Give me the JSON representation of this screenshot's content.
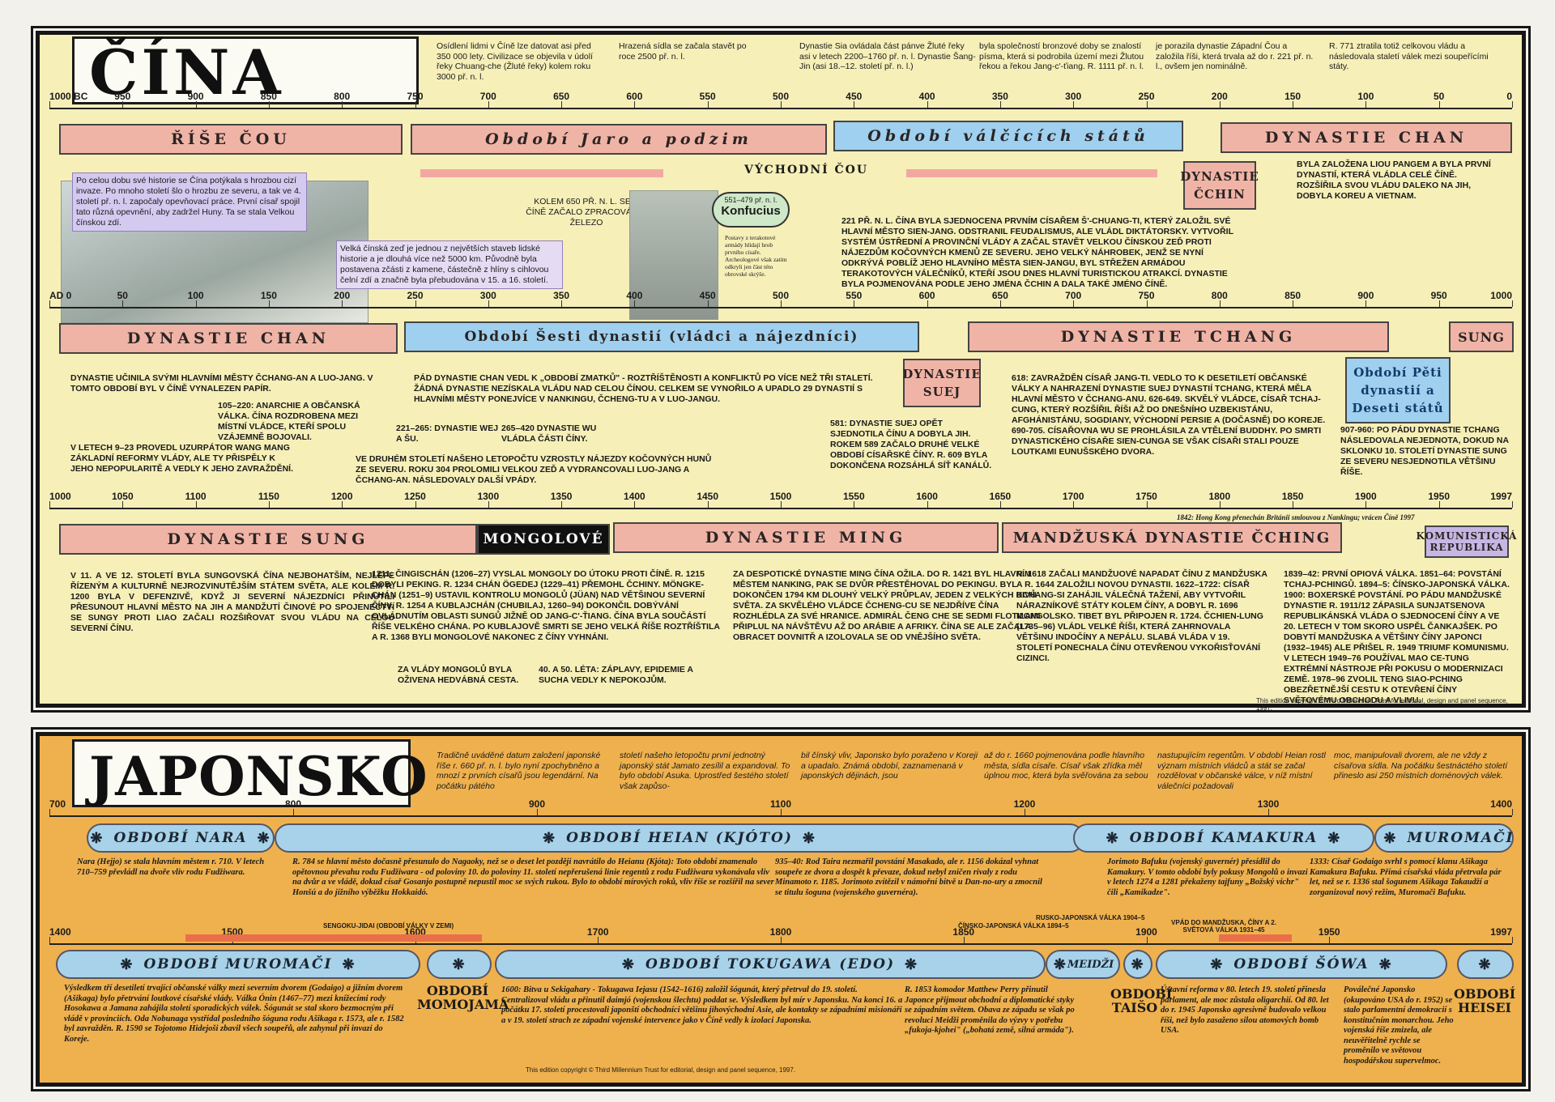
{
  "china": {
    "title": "ČÍNA",
    "intro": [
      "Osídlení lidmi v Číně lze datovat asi před 350 000 lety. Civilizace se objevila v údolí řeky Chuang-che (Žluté řeky) kolem roku 3000 př. n. l.",
      "Hrazená sídla se začala stavět po roce 2500 př. n. l.",
      "Dynastie Sia ovládala část pánve Žluté řeky asi v letech 2200–1760 př. n. l. Dynastie Šang-Jin (asi 18.–12. století př. n. l.)",
      "byla společností bronzové doby se znalostí písma, která si podrobila území mezi Žlutou řekou a řekou Jang-c'-ťiang. R. 1111 př. n. l.",
      "je porazila dynastie Západní Čou a založila říši, která trvala až do r. 221 př. n. l., ovšem jen nominálně.",
      "R. 771 ztratila totiž celkovou vládu a následovala staletí válek mezi soupeřícími státy."
    ],
    "scale1": [
      "1000 BC",
      "950",
      "900",
      "850",
      "800",
      "750",
      "700",
      "650",
      "600",
      "550",
      "500",
      "450",
      "400",
      "350",
      "300",
      "250",
      "200",
      "150",
      "100",
      "50",
      "0"
    ],
    "scale2": [
      "AD 0",
      "50",
      "100",
      "150",
      "200",
      "250",
      "300",
      "350",
      "400",
      "450",
      "500",
      "550",
      "600",
      "650",
      "700",
      "750",
      "800",
      "850",
      "900",
      "950",
      "1000"
    ],
    "scale3": [
      "1000",
      "1050",
      "1100",
      "1150",
      "1200",
      "1250",
      "1300",
      "1350",
      "1400",
      "1450",
      "1500",
      "1550",
      "1600",
      "1650",
      "1700",
      "1750",
      "1800",
      "1850",
      "1900",
      "1950",
      "1997"
    ],
    "row1": {
      "zhou": "ŘÍŠE ČOU",
      "spring": "Období Jaro a podzim",
      "warring": "Období válčících států",
      "qin": "DYNASTIE ČCHIN",
      "han": "DYNASTIE CHAN",
      "eastern_zhou": "VÝCHODNÍ ČOU",
      "wall_note": "Po celou dobu své historie se Čína potýkala s hrozbou cizí invaze. Po mnoho století šlo o hrozbu ze severu, a tak ve 4. století př. n. l. započaly opevňovací práce. První císař spojil tato různá opevnění, aby zadržel Huny. Ta se stala Velkou čínskou zdí.",
      "wall_note2": "Velká čínská zeď je jednou z největších staveb lidské historie a je dlouhá více než 5000 km. Původně byla postavena zčásti z kamene, částečně z hlíny s cihlovou čelní zdí a značně byla přebudována v 15. a 16. století.",
      "iron": "KOLEM 650 PŘ. N. L. SE V ČÍNĚ ZAČALO ZPRACOVÁVAT ŽELEZO",
      "confucius_dates": "551–479 př. n. l.",
      "confucius": "Konfucius",
      "terracotta": "Postavy z terakotové armády hlídají hrob prvního císaře. Archeologové však zatím odkryli jen část této obrovské skrýše.",
      "qin_text": "221 PŘ. N. L. ČÍNA BYLA SJEDNOCENA PRVNÍM CÍSAŘEM Š'-CHUANG-TI, KTERÝ ZALOŽIL SVÉ HLAVNÍ MĚSTO SIEN-JANG. ODSTRANIL FEUDALISMUS, ALE VLÁDL DIKTÁTORSKY. VYTVOŘIL SYSTÉM ÚSTŘEDNÍ A PROVINČNÍ VLÁDY A ZAČAL STAVĚT VELKOU ČÍNSKOU ZEĎ PROTI NÁJEZDŮM KOČOVNÝCH KMENŮ ZE SEVERU. JEHO VELKÝ NÁHROBEK, JENŽ SE NYNÍ ODKRÝVÁ POBLÍŽ JEHO HLAVNÍHO MĚSTA SIEN-JANGU, BYL STŘEŽEN ARMÁDOU TERAKOTOVÝCH VÁLEČNÍKŮ, KTEŘÍ JSOU DNES HLAVNÍ TURISTICKOU ATRAKCÍ. DYNASTIE BYLA POJMENOVÁNA PODLE JEHO JMÉNA ČCHIN A DALA TAKÉ JMÉNO ČÍNĚ.",
      "han_text": "BYLA ZALOŽENA LIOU PANGEM A BYLA PRVNÍ DYNASTIÍ, KTERÁ VLÁDLA CELÉ ČÍNĚ. ROZŠÍŘILA SVOU VLÁDU DALEKO NA JIH, DOBYLA KOREU A VIETNAM."
    },
    "row2": {
      "han": "DYNASTIE CHAN",
      "six": "Období Šesti dynastií (vládci a nájezdníci)",
      "sui": "DYNASTIE SUEJ",
      "tang": "DYNASTIE TCHANG",
      "sung": "SUNG",
      "five": "Období Pěti dynastií a Deseti států",
      "t1": "DYNASTIE UČINILA SVÝMI HLAVNÍMI MĚSTY ČCHANG-AN A LUO-JANG. V TOMTO OBDOBÍ BYL V ČÍNĚ VYNALEZEN PAPÍR.",
      "t2": "105–220: ANARCHIE A OBČANSKÁ VÁLKA. ČÍNA ROZDROBENA MEZI MÍSTNÍ VLÁDCE, KTEŘÍ SPOLU VZÁJEMNĚ BOJOVALI.",
      "t3": "V LETECH 9–23 PROVEDL UZURPÁTOR WANG MANG ZÁKLADNÍ REFORMY VLÁDY, ALE TY PŘISPĚLY K JEHO NEPOPULARITĚ A VEDLY K JEHO ZAVRAŽDĚNÍ.",
      "t4": "PÁD DYNASTIE CHAN VEDL K „OBDOBÍ ZMATKŮ\" - ROZTŘÍŠTĚNOSTI A KONFLIKTŮ PO VÍCE NEŽ TŘI STALETÍ. ŽÁDNÁ DYNASTIE NEZÍSKALA VLÁDU NAD CELOU ČÍNOU. CELKEM SE VYNOŘILO A UPADLO 29 DYNASTIÍ S HLAVNÍMI MĚSTY PONEJVÍCE V NANKINGU, ČCHENG-TU A V LUO-JANGU.",
      "t5": "221–265: DYNASTIE WEJ A ŠU.",
      "t6": "265–420 DYNASTIE WU VLÁDLA ČÁSTI ČÍNY.",
      "t7": "VE DRUHÉM STOLETÍ NAŠEHO LETOPOČTU VZROSTLY NÁJEZDY KOČOVNÝCH HUNŮ ZE SEVERU. ROKU 304 PROLOMILI VELKOU ZEĎ A VYDRANCOVALI LUO-JANG A ČCHANG-AN. NÁSLEDOVALY DALŠÍ VPÁDY.",
      "t8": "581: DYNASTIE SUEJ OPĚT SJEDNOTILA ČÍNU A DOBYLA JIH. ROKEM 589 ZAČALO DRUHÉ VELKÉ OBDOBÍ CÍSAŘSKÉ ČÍNY. R. 609 BYLA DOKONČENA ROZSÁHLÁ SÍŤ KANÁLŮ.",
      "t9": "618: ZAVRAŽDĚN CÍSAŘ JANG-TI. VEDLO TO K DESETILETÍ OBČANSKÉ VÁLKY A NAHRAZENÍ DYNASTIE SUEJ DYNASTIÍ TCHANG, KTERÁ MĚLA HLAVNÍ MĚSTO V ČCHANG-ANU. 626-649. SKVĚLÝ VLÁDCE, CÍSAŘ TCHAJ-CUNG, KTERÝ ROZŠÍŘIL ŘÍŠI AŽ DO DNEŠNÍHO UZBEKISTÁNU, AFGHÁNISTÁNU, SOGDIANY, VÝCHODNÍ PERSIE A (DOČASNĚ) DO KOREJE. 690-705. CÍSAŘOVNA WU SE PROHLÁSILA ZA VTĚLENÍ BUDDHY. PO SMRTI DYNASTICKÉHO CÍSAŘE SIEN-CUNGA SE VŠAK CÍSAŘI STALI POUZE LOUTKAMI EUNUŠSKÉHO DVORA.",
      "t10": "907-960: PO PÁDU DYNASTIE TCHANG NÁSLEDOVALA NEJEDNOTA, DOKUD NA SKLONKU 10. STOLETÍ DYNASTIE SUNG ZE SEVERU NESJEDNOTILA VĚTŠINU ŘÍŠE."
    },
    "row3": {
      "sung": "DYNASTIE SUNG",
      "mongol": "MONGOLOVÉ",
      "ming": "DYNASTIE MING",
      "qing": "MANDŽUSKÁ DYNASTIE ČCHING",
      "prc": "KOMUNISTICKÁ REPUBLIKA",
      "hk": "1842: Hong Kong přenechán Británii smlouvou z Nankingu; vrácen Číně 1997",
      "t1": "V 11. A VE 12. STOLETÍ BYLA SUNGOVSKÁ ČÍNA NEJBOHATŠÍM, NEJLÉPE ŘÍZENÝM A KULTURNĚ NEJROZVINUTĚJŠÍM STÁTEM SVĚTA, ALE KOLEM R. 1200 BYLA V DEFENZIVĚ, KDYŽ JI SEVERNÍ NÁJEZDNÍCI PŘINUTILI PŘESUNOUT HLAVNÍ MĚSTO NA JIH A MANDŽUTÍ ČINOVÉ PO SPOJENECTVÍ SE SUNGY PROTI LIAO ZAČALI ROZŠIŘOVAT SVOU VLÁDU NA CELOU SEVERNÍ ČÍNU.",
      "t2": "1211: ČINGISCHÁN (1206–27) VYSLAL MONGOLY DO ÚTOKU PROTI ČÍNĚ. R. 1215 DOBYLI PEKING. R. 1234 CHÁN ÖGEDEJ (1229–41) PŘEMOHL ČCHINY. MÖNGKE-CHÁN (1251–9) USTAVIL KONTROLU MONGOLŮ (JÜAN) NAD VĚTŠINOU SEVERNÍ ČÍNY. R. 1254 A KUBLAJCHÁN (CHUBILAJ, 1260–94) DOKONČIL DOBÝVÁNÍ OVLÁDNUTÍM OBLASTI SUNGŮ JIŽNĚ OD JANG-C'-ŤIANG. ČÍNA BYLA SOUČÁSTÍ ŘÍŠE VELKÉHO CHÁNA. PO KUBLAJOVĚ SMRTI SE JEHO VELKÁ ŘÍŠE ROZTŘÍŠTILA A R. 1368 BYLI MONGOLOVÉ NAKONEC Z ČÍNY VYHNÁNI.",
      "t3": "ZA VLÁDY MONGOLŮ BYLA OŽIVENA HEDVÁBNÁ CESTA.",
      "t4": "40. A 50. LÉTA: ZÁPLAVY, EPIDEMIE A SUCHA VEDLY K NEPOKOJŮM.",
      "t5": "ZA DESPOTICKÉ DYNASTIE MING ČÍNA OŽILA. DO R. 1421 BYL HLAVNÍM MĚSTEM NANKING, PAK SE DVŮR PŘESTĚHOVAL DO PEKINGU. BYL DOKONČEN 1794 KM DLOUHÝ VELKÝ PRŮPLAV, JEDEN Z VELKÝCH DIVŮ SVĚTA. ZA SKVĚLÉHO VLÁDCE ČCHENG-CU SE NEJDŘÍVE ČÍNA ROZHLÉDLA ZA SVÉ HRANICE. ADMIRÁL ČENG CHE SE SEDMI FLOTILAMI PŘIPLUL NA NÁVŠTĚVU AŽ DO ARÁBIE A AFRIKY. ČÍNA SE ALE ZAČALA OBRACET DOVNITŘ A IZOLOVALA SE OD VNĚJŠÍHO SVĚTA.",
      "t6": "R. 1618 ZAČALI MANDŽUOVÉ NAPADAT ČÍNU Z MANDŽUSKA A R. 1644 ZALOŽILI NOVOU DYNASTII. 1622–1722: CÍSAŘ KCHANG-SI ZAHÁJIL VÁLEČNÁ TAŽENÍ, ABY VYTVOŘIL NÁRAZNÍKOVÉ STÁTY KOLEM ČÍNY, A DOBYL R. 1696 MONGOLSKO. TIBET BYL PŘIPOJEN R. 1724. ČCHIEN-LUNG (1735–96) VLÁDL VELKÉ ŘÍŠI, KTERÁ ZAHRNOVALA VĚTŠINU INDOČÍNY A NEPÁLU. SLABÁ VLÁDA V 19. STOLETÍ PONECHALA ČÍNU OTEVŘENOU VYKOŘISŤOVÁNÍ CIZINCI.",
      "t7": "1839–42: PRVNÍ OPIOVÁ VÁLKA. 1851–64: POVSTÁNÍ TCHAJ-PCHINGŮ. 1894–5: ČÍNSKO-JAPONSKÁ VÁLKA. 1900: BOXERSKÉ POVSTÁNÍ. PO PÁDU MANDŽUSKÉ DYNASTIE R. 1911/12 ZÁPASILA SUNJATSENOVA REPUBLIKÁNSKÁ VLÁDA O SJEDNOCENÍ ČÍNY A VE 20. LETECH V TOM SKORO USPĚL ČANKAJŠEK. PO DOBYTÍ MANDŽUSKA A VĚTŠINY ČÍNY JAPONCI (1932–1945) ALE PŘIŠEL R. 1949 TRIUMF KOMUNISMU. V LETECH 1949–76 POUŽÍVAL MAO CE-TUNG EXTRÉMNÍ NÁSTROJE PŘI POKUSU O MODERNIZACI ZEMĚ. 1978–96 ZVOLIL TENG SIAO-PCHING OBEZŘETNĚJŠÍ CESTU K OTEVŘENÍ ČÍNY SVĚTOVÉMU OBCHODU A VLIVU."
    },
    "copyright": "This edition copyright © Third Millennium Trust for editorial, design and panel sequence, 1997."
  },
  "japan": {
    "title": "JAPONSKO",
    "intro": [
      "Tradičně uváděné datum založení japonské říše r. 660 př. n. l. bylo nyní zpochybněno a mnozí z prvních císařů jsou legendární. Na počátku pátého",
      "století našeho letopočtu první jednotný japonský stát Jamato zesílil a expandoval. To bylo období Asuka. Uprostřed šestého století však zapůso-",
      "bil čínský vliv, Japonsko bylo poraženo v Koreji a upadalo. Známá období, zaznamenaná v japonských dějinách, jsou",
      "až do r. 1660 pojmenována podle hlavního města, sídla císaře. Císař však zřídka měl úplnou moc, která byla svěřována za sebou",
      "nastupujícím regentům. V období Heian rostl význam místních vládců a stát se začal rozdělovat v občanské válce, v níž místní válečníci požadovali",
      "moc, manipulovali dvorem, ale ne vždy z císařova sídla. Na počátku šestnáctého století přineslo asi 250 místních doménových válek."
    ],
    "scale1": [
      "700",
      "800",
      "900",
      "1100",
      "1200",
      "1300",
      "1400"
    ],
    "scale2": [
      "1400",
      "1500",
      "1600",
      "1700",
      "1800",
      "1850",
      "1900",
      "1950",
      "1997"
    ],
    "row1": {
      "nara": "OBDOBÍ NARA",
      "heian": "OBDOBÍ HEIAN (KJÓTO)",
      "kamakura": "OBDOBÍ KAMAKURA",
      "muromachi": "MUROMAČI",
      "t1": "Nara (Hejjo) se stala hlavním městem r. 710. V letech 710–759 převládl na dvoře vliv rodu Fudžiwara.",
      "t2": "R. 784 se hlavní město dočasně přesunulo do Nagaoky, než se o deset let později navrátilo do Heianu (Kjóta): Toto období znamenalo opětovnou převahu rodu Fudžiwara - od poloviny 10. do poloviny 11. století nepřerušená linie regentů z rodu Fudžiwara vykonávala vliv na dvůr a ve vládě, dokud císař Gosanjo postupně nepustil moc se svých rukou. Bylo to období mírových roků, vliv říše se rozšířil na sever Honšú a do jižního výběžku Hokkaidó.",
      "t3": "935–40: Rod Taira nezmařil povstání Masakado, ale r. 1156 dokázal vyhnat soupeře ze dvora a dospět k převaze, dokud nebyl zničen rivaly z rodu Minamoto r. 1185. Jorimoto zvítězil v námořní bitvě u Dan-no-ury a zmocnil se titulu šoguna (vojenského guvernéra).",
      "t4": "Jorimoto Bafuku (vojenský guvernér) přesídlil do Kamakury. V tomto období byly pokusy Mongolů o invazi v letech 1274 a 1281 překaženy tajfuny „Božský vichr\" čili „Kamikadze\".",
      "t5": "1333: Císař Godaigo svrhl s pomocí klanu Ašikaga Kamakura Bafuku. Přímá císařská vláda přetrvala pár let, než se r. 1336 stal šogunem Ašikaga Takaudží a zorganizoval nový režim, Muromači Bafuku."
    },
    "row2": {
      "muromachi": "OBDOBÍ MUROMAČI",
      "momojama": "OBDOBÍ MOMOJAMA",
      "tokugawa": "OBDOBÍ TOKUGAWA (EDO)",
      "meiji": "MEIDŽI",
      "taisho": "OBDOBÍ TAIŠO",
      "showa": "OBDOBÍ ŠÓWA",
      "heisei": "OBDOBÍ HEISEI",
      "sengoku": "SENGOKU-JIDAI (OBDOBÍ VÁLKY V ZEMI)",
      "war1": "ČÍNSKO-JAPONSKÁ VÁLKA 1894–5",
      "war2": "RUSKO-JAPONSKÁ VÁLKA 1904–5",
      "war3": "VPÁD DO MANDŽUSKA, ČÍNY A 2. SVĚTOVÁ VÁLKA 1931–45",
      "t1": "Výsledkem tří desetiletí trvající občanské války mezi severním dvorem (Godaigo) a jižním dvorem (Ašikaga) bylo přetrvání loutkové císařské vlády. Válka Ónin (1467–77) mezi knížecími rody Hosokawa a Jamana zahájila století sporadických válek. Šógunát se stal skoro bezmocným při vládě v provinciích. Oda Nobunaga vystřídal posledního šóguna rodu Ašikaga r. 1573, ale r. 1582 byl zavražděn. R. 1590 se Tojotomo Hidejoši zbavil všech soupeřů, ale zahynul při invazi do Koreje.",
      "t2": "1600: Bitva u Sekigahary - Tokugawa Iejasu (1542–1616) založil šógunát, který přetrval do 19. století. Centralizoval vládu a přinutil daimjó (vojenskou šlechtu) poddat se. Výsledkem byl mír v Japonsku. Na konci 16. a počátku 17. století procestovali japonští obchodníci většinu jihovýchodní Asie, ale kontakty se západními misionáři a v 19. století strach ze západní vojenské intervence jako v Číně vedly k izolaci Japonska.",
      "t3": "R. 1853 komodor Matthew Perry přinutil Japonce přijmout obchodní a diplomatické styky se západním světem. Obava ze západu se však po revoluci Meidži proměnila do výzvy v potřebu „fukoja-kjohei\" („bohatá země, silná armáda\").",
      "t4": "Ústavní reforma v 80. letech 19. století přinesla parlament, ale moc zůstala oligarchií. Od 80. let do r. 1945 Japonsko agresivně budovalo velkou říši, než bylo zasaženo silou atomových bomb USA.",
      "t5": "Poválečné Japonsko (okupováno USA do r. 1952) se stalo parlamentní demokracií s konstitučním monarchou. Jeho vojenská říše zmizela, ale neuvěřitelně rychle se proměnilo ve světovou hospodářskou supervelmoc."
    },
    "copyright": "This edition copyright © Third Millennium Trust for editorial, design and panel sequence, 1997."
  }
}
